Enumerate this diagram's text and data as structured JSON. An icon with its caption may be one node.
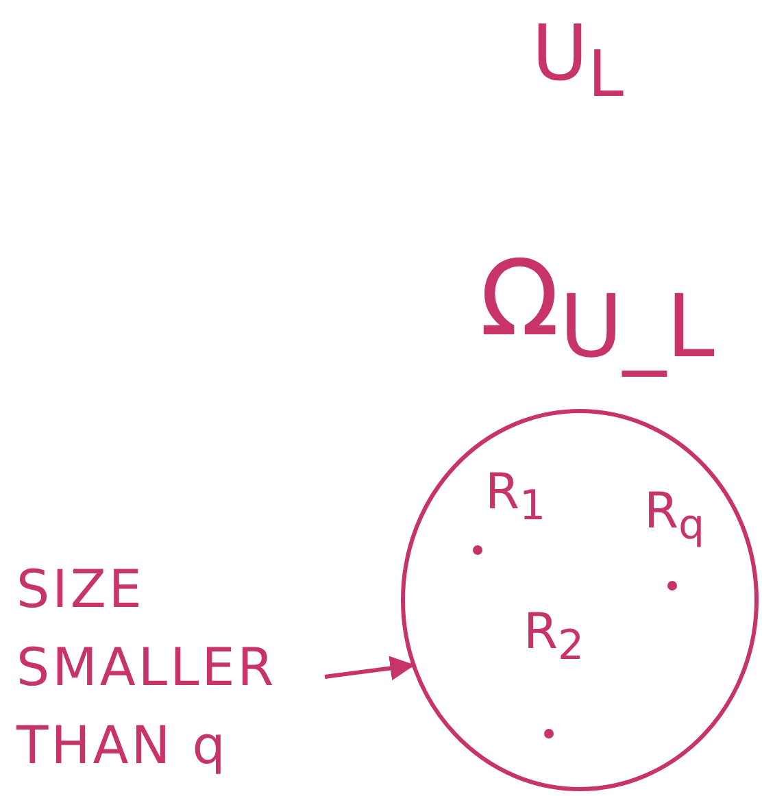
{
  "diagram": {
    "nodes": [
      {
        "text": [
          "SIZE SMALLER THAN q"
        ]
      },
      {
        "text": [
          "R$_{1}$",
          "R$_{q}$",
          "R$_{2}$"
        ],
        "beside": [
          "Ω$_{U_L}$"
        ]
      }
    ],
    "edges": [
      {
        "from": 0,
        "to": 1,
        "arrow": "to"
      }
    ],
    "labels": [
      "U$_{L}$"
    ]
  }
}
